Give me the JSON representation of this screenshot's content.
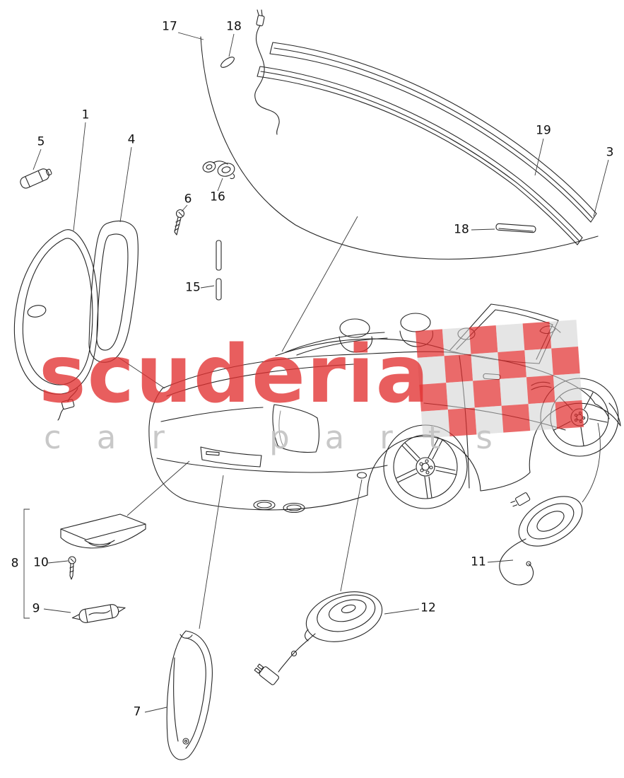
{
  "watermark": {
    "brand": "scuderia",
    "sub": "car parts"
  },
  "colors": {
    "brand-red": "#e23131",
    "sub-gray": "#c3c3c3",
    "line": "#252525",
    "leader": "#3a3a3a"
  },
  "callouts": [
    {
      "label": "17"
    },
    {
      "label": "18"
    },
    {
      "label": "19"
    },
    {
      "label": "3"
    },
    {
      "label": "1"
    },
    {
      "label": "5"
    },
    {
      "label": "4"
    },
    {
      "label": "6"
    },
    {
      "label": "16"
    },
    {
      "label": "18"
    },
    {
      "label": "15"
    },
    {
      "label": "8"
    },
    {
      "label": "10"
    },
    {
      "label": "9"
    },
    {
      "label": "11"
    },
    {
      "label": "12"
    },
    {
      "label": "7"
    }
  ]
}
